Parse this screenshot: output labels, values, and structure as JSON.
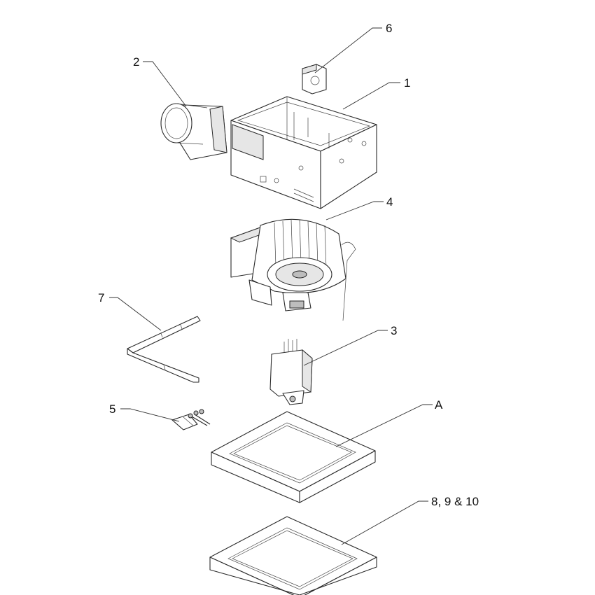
{
  "callouts": {
    "c1": "1",
    "c2": "2",
    "c3": "3",
    "c4": "4",
    "c5": "5",
    "c6": "6",
    "c7": "7",
    "cA": "A",
    "c8910": "8, 9 & 10"
  }
}
